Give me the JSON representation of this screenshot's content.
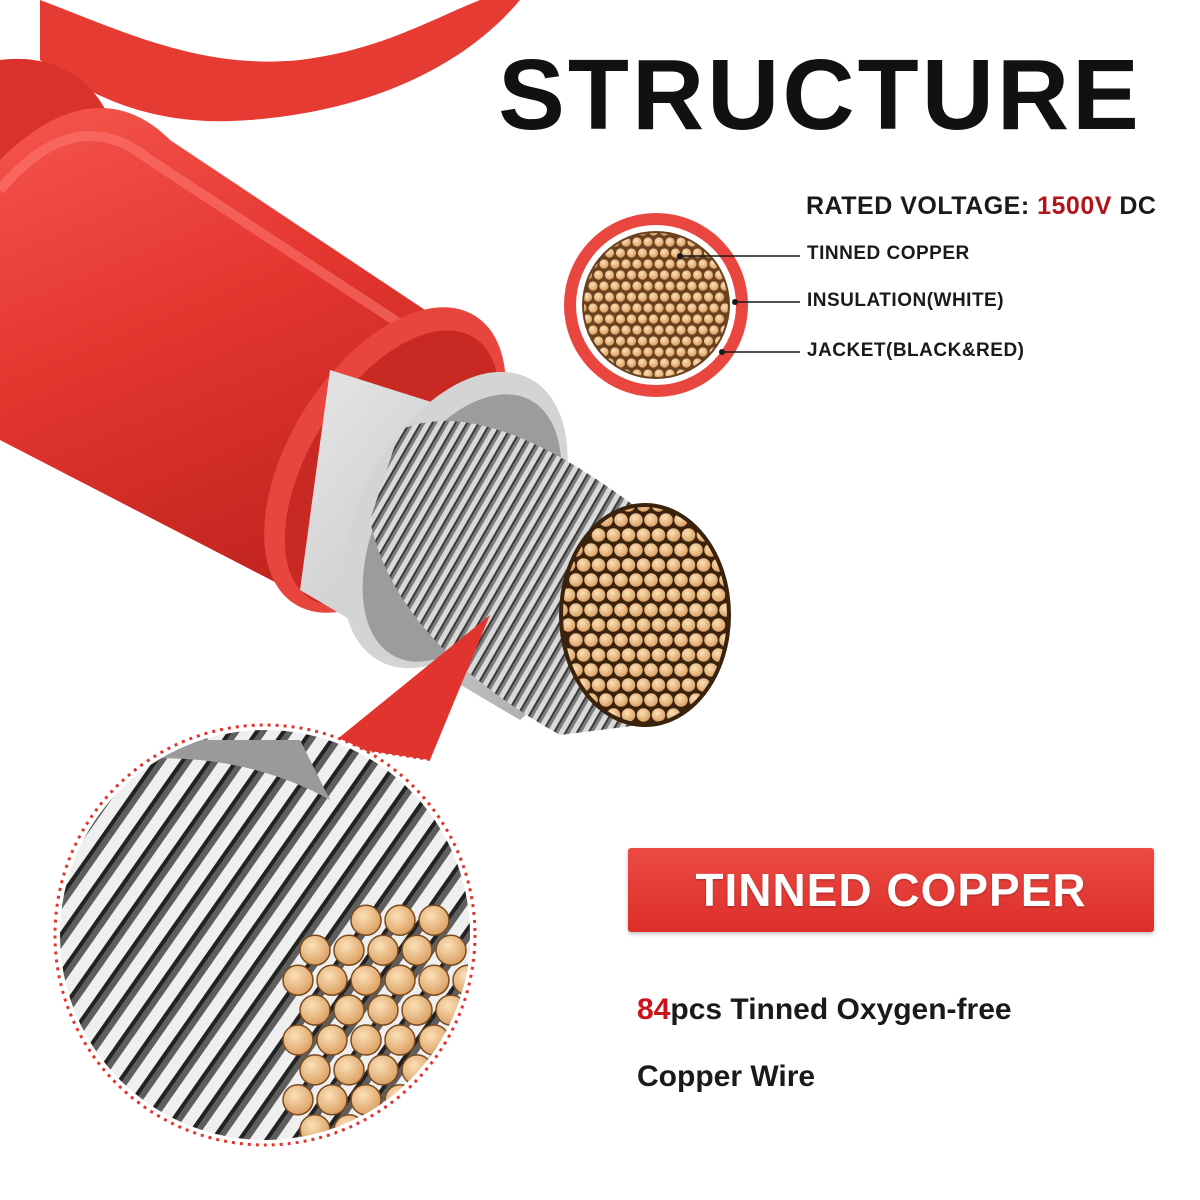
{
  "title": "STRUCTURE",
  "rated_voltage": {
    "label": "RATED VOLTAGE:",
    "value": "1500V",
    "unit": "DC"
  },
  "layers": [
    {
      "label": "TINNED COPPER"
    },
    {
      "label": "INSULATION(WHITE)"
    },
    {
      "label": "JACKET(BLACK&RED)"
    }
  ],
  "banner": {
    "text": "TINNED COPPER"
  },
  "description": {
    "count": "84",
    "line1_rest": "pcs Tinned Oxygen-free",
    "line2": "Copper Wire"
  },
  "colors": {
    "jacket_red": "#e23a33",
    "insulation_grey": "#cfcfcf",
    "copper": "#e3b07a",
    "voltage_value": "#b3141a",
    "banner": "#e2342f"
  },
  "icons": [
    "cable-cross-section-icon",
    "cable-illustration",
    "zoom-magnifier-circle"
  ]
}
